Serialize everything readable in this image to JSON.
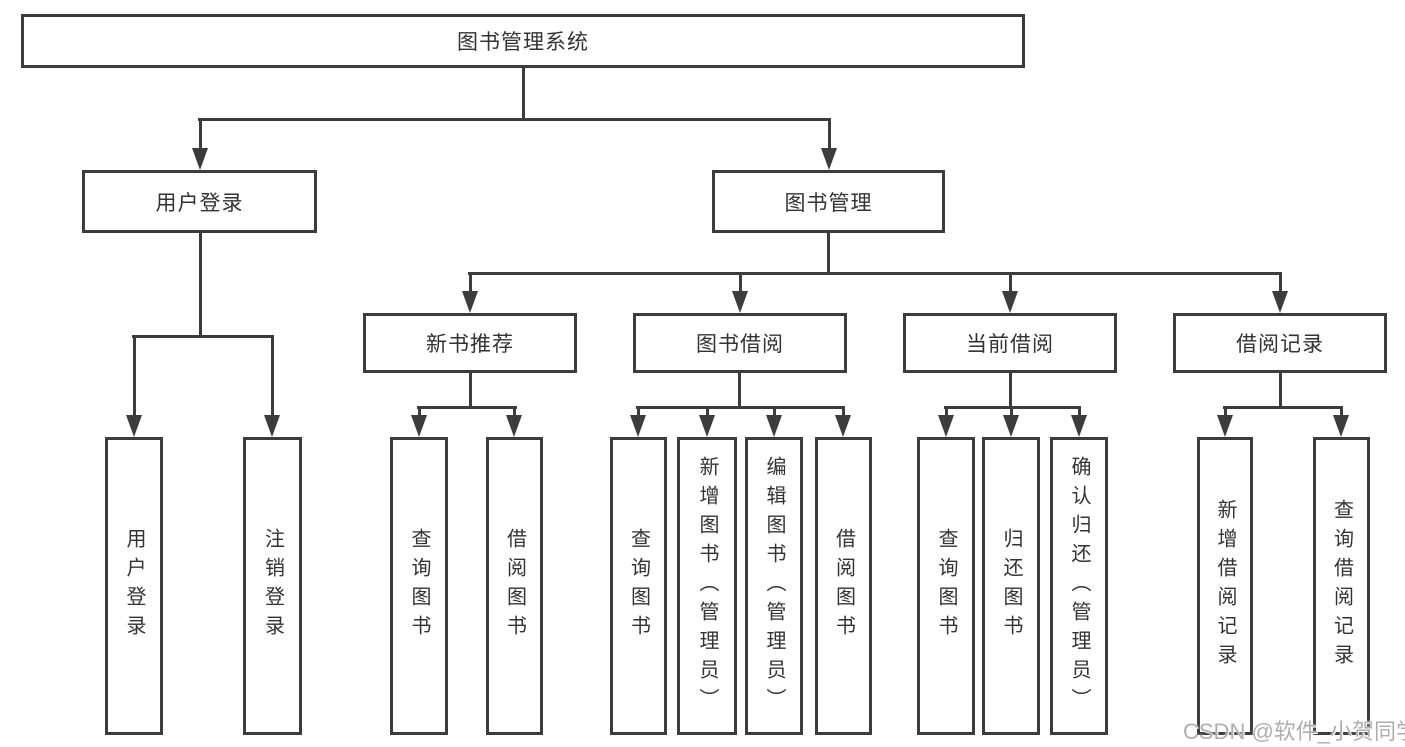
{
  "colors": {
    "line": "#3c3c3c",
    "text": "#333333",
    "background": "#ffffff",
    "watermark": "#aeaeae"
  },
  "tree": {
    "root": {
      "label": "图书管理系统"
    },
    "branches": [
      {
        "label": "用户登录",
        "children": [
          {
            "label": "用户登录"
          },
          {
            "label": "注销登录"
          }
        ]
      },
      {
        "label": "图书管理",
        "children": [
          {
            "label": "新书推荐",
            "children": [
              {
                "label": "查询图书"
              },
              {
                "label": "借阅图书"
              }
            ]
          },
          {
            "label": "图书借阅",
            "children": [
              {
                "label": "查询图书"
              },
              {
                "label": "新增图书（管理员）"
              },
              {
                "label": "编辑图书（管理员）"
              },
              {
                "label": "借阅图书"
              }
            ]
          },
          {
            "label": "当前借阅",
            "children": [
              {
                "label": "查询图书"
              },
              {
                "label": "归还图书"
              },
              {
                "label": "确认归还（管理员）"
              }
            ]
          },
          {
            "label": "借阅记录",
            "children": [
              {
                "label": "新增借阅记录"
              },
              {
                "label": "查询借阅记录"
              }
            ]
          }
        ]
      }
    ]
  },
  "watermark": {
    "text": "CSDN @软件_小贺同学"
  }
}
